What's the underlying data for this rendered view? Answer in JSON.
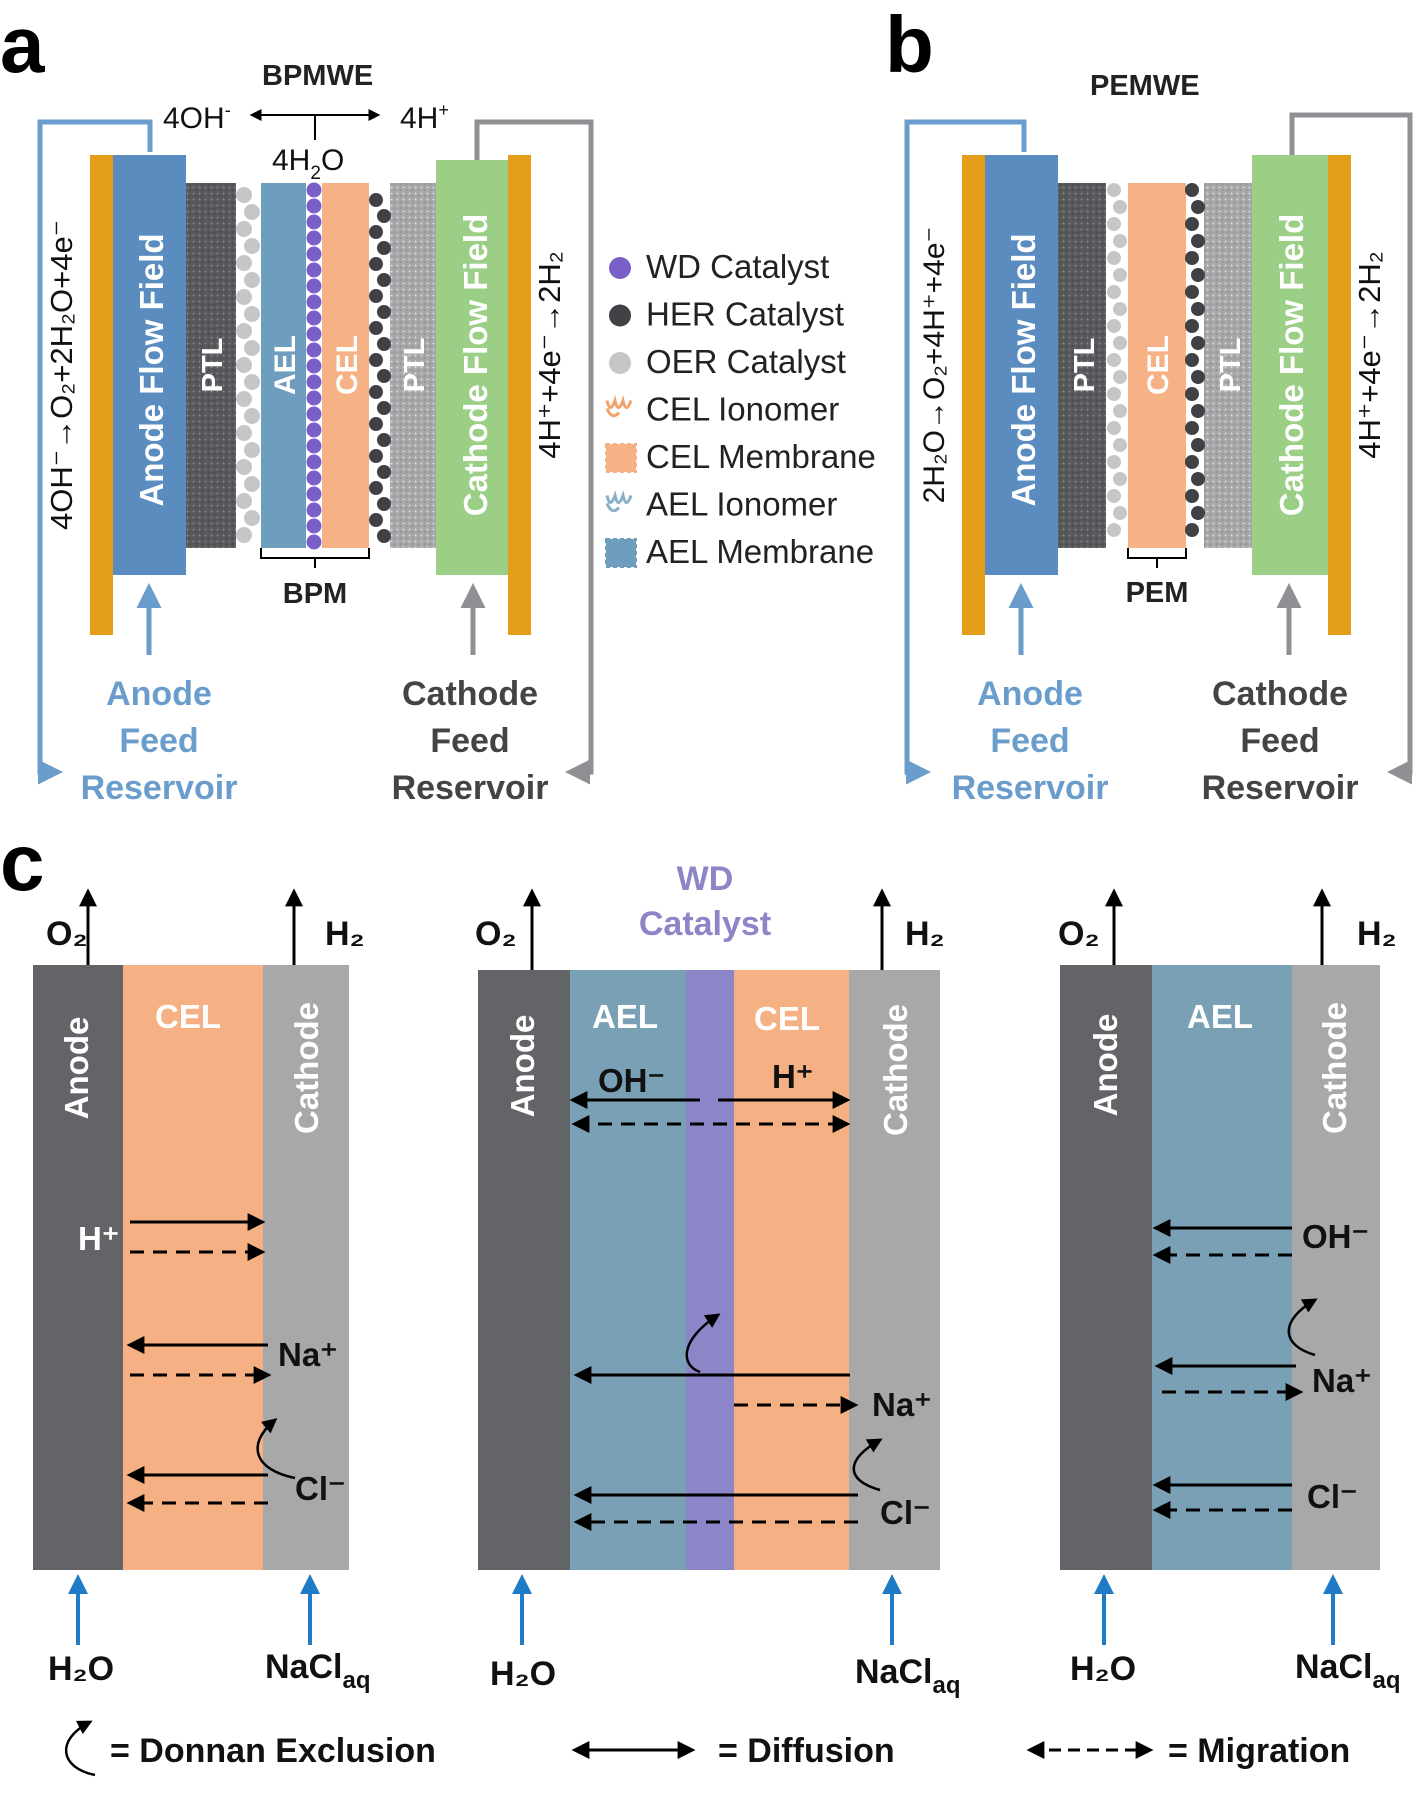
{
  "panel_a": {
    "label": "a",
    "title": "BPMWE",
    "reaction_left": "4OH⁻ ← → 4H⁺",
    "reaction_left_oh": "4OH",
    "reaction_right_h": "4H",
    "water": "4H₂O",
    "anode_eq": "4OH⁻→O₂+2H₂O+4e⁻",
    "cathode_eq": "4H⁺+4e⁻→2H₂",
    "anode_flow_field": "Anode Flow Field",
    "cathode_flow_field": "Cathode Flow Field",
    "ptl": "PTL",
    "ael": "AEL",
    "cel": "CEL",
    "membrane_label": "BPM",
    "anode_feed": [
      "Anode",
      "Feed",
      "Reservoir"
    ],
    "cathode_feed": [
      "Cathode",
      "Feed",
      "Reservoir"
    ]
  },
  "panel_b": {
    "label": "b",
    "title": "PEMWE",
    "anode_eq": "2H₂O→O₂+4H⁺+4e⁻",
    "cathode_eq": "4H⁺+4e⁻→2H₂",
    "anode_flow_field": "Anode Flow Field",
    "cathode_flow_field": "Cathode Flow Field",
    "ptl": "PTL",
    "cel": "CEL",
    "membrane_label": "PEM",
    "anode_feed": [
      "Anode",
      "Feed",
      "Reservoir"
    ],
    "cathode_feed": [
      "Cathode",
      "Feed",
      "Reservoir"
    ]
  },
  "legend": [
    {
      "label": "WD Catalyst",
      "kind": "dot",
      "color": "#7b5fc9"
    },
    {
      "label": "HER Catalyst",
      "kind": "dot",
      "color": "#3f4145"
    },
    {
      "label": "OER Catalyst",
      "kind": "dot",
      "color": "#c4c6c8"
    },
    {
      "label": "CEL Ionomer",
      "kind": "ionomer",
      "color": "#f4a46a"
    },
    {
      "label": "CEL Membrane",
      "kind": "membrane",
      "color": "#f6b184"
    },
    {
      "label": "AEL Ionomer",
      "kind": "ionomer",
      "color": "#8ab0c8"
    },
    {
      "label": "AEL Membrane",
      "kind": "membrane",
      "color": "#6f9dbd"
    }
  ],
  "panel_c": {
    "label": "c",
    "cell1": {
      "o2": "O₂",
      "h2": "H₂",
      "anode": "Anode",
      "layer": "CEL",
      "cathode": "Cathode",
      "ions": [
        "H⁺",
        "Na⁺",
        "Cl⁻"
      ],
      "h2o": "H₂O",
      "nacl": "NaCl",
      "aq": "aq"
    },
    "cell2": {
      "wd": [
        "WD",
        "Catalyst"
      ],
      "o2": "O₂",
      "h2": "H₂",
      "anode": "Anode",
      "layer1": "AEL",
      "layer2": "CEL",
      "cathode": "Cathode",
      "oh": "OH⁻",
      "hp": "H⁺",
      "ions": [
        "Na⁺",
        "Cl⁻"
      ],
      "h2o": "H₂O",
      "nacl": "NaCl",
      "aq": "aq"
    },
    "cell3": {
      "o2": "O₂",
      "h2": "H₂",
      "anode": "Anode",
      "layer": "AEL",
      "cathode": "Cathode",
      "ions": [
        "OH⁻",
        "Na⁺",
        "Cl⁻"
      ],
      "h2o": "H₂O",
      "nacl": "NaCl",
      "aq": "aq"
    }
  },
  "bottom_legend": {
    "donnan": "= Donnan Exclusion",
    "diffusion": "= Diffusion",
    "migration": "= Migration"
  },
  "colors": {
    "orange_plate": "#e49e1a",
    "anode_blue": "#5a8cc0",
    "cathode_green": "#9ccf86",
    "ptl_dark": "#57595c",
    "ptl_light": "#a2a4a6",
    "ael": "#6f9dbd",
    "cel": "#f6b184",
    "wd": "#8c85c8",
    "electrode": "#636467",
    "cathode_gray": "#a9a8a8",
    "ael_c": "#7aa0b5",
    "cel_c": "#f5b083",
    "feed_blue": "#6a9ccc",
    "feed_gray": "#8f9093",
    "arrow_blue": "#1f7bc6"
  }
}
